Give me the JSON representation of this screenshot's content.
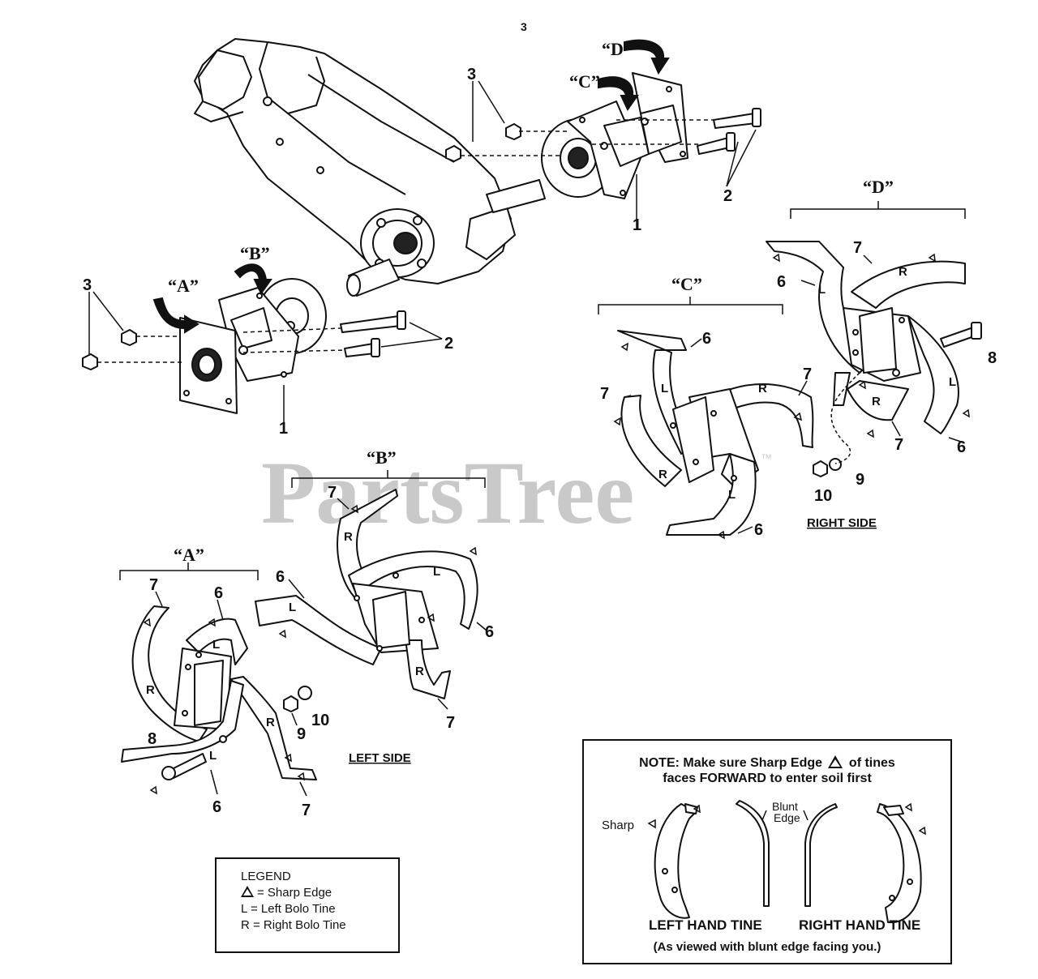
{
  "page_number": "3",
  "watermark": {
    "text": "PartsTree",
    "mark": "™"
  },
  "groups": {
    "a": "“A”",
    "b": "“B”",
    "c": "“C”",
    "d": "“D”"
  },
  "callouts": {
    "top_nut_3": "3",
    "top_bolt_2": "2",
    "top_flange_1": "1",
    "left_nut_3": "3",
    "left_bolt_2": "2",
    "left_flange_1": "1",
    "c_6_top": "6",
    "c_7_right": "7",
    "c_7_left": "7",
    "c_6_bottom": "6",
    "d_7": "7",
    "d_6_left": "6",
    "d_8": "8",
    "d_7_bottom": "7",
    "d_6_right": "6",
    "d_9": "9",
    "d_10": "10",
    "b_7_top": "7",
    "b_6_left": "6",
    "b_6_right": "6",
    "b_7_bottom": "7",
    "a_7_top": "7",
    "a_6_top": "6",
    "a_8": "8",
    "a_6_bottom": "6",
    "a_9": "9",
    "a_10": "10",
    "a_7_bottom": "7"
  },
  "tine_letters": {
    "left": "L",
    "right": "R"
  },
  "sides": {
    "right": "RIGHT SIDE",
    "left": "LEFT SIDE"
  },
  "legend": {
    "title": "LEGEND",
    "sharp": "= Sharp Edge",
    "left": "L = Left Bolo Tine",
    "right": "R = Right Bolo Tine"
  },
  "note": {
    "line1_a": "NOTE:  Make sure Sharp Edge",
    "line1_b": "of tines",
    "line2": "faces FORWARD to enter soil first",
    "sharp": "Sharp",
    "blunt": "Blunt",
    "edge": "Edge",
    "left_hand": "LEFT HAND TINE",
    "right_hand": "RIGHT HAND TINE",
    "viewed": "(As viewed with blunt edge facing you.)"
  }
}
